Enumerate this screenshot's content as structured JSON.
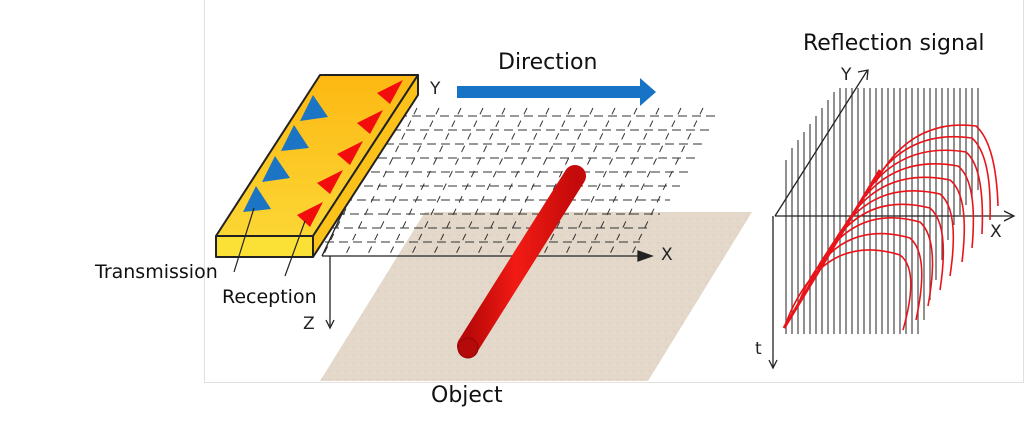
{
  "labels": {
    "direction": "Direction",
    "reflection_signal": "Reflection signal",
    "transmission": "Transmission",
    "reception": "Reception",
    "object": "Object"
  },
  "axes": {
    "scan_x": "X",
    "scan_y": "Y",
    "scan_z": "Z",
    "signal_x": "X",
    "signal_y": "Y",
    "signal_t": "t"
  },
  "colors": {
    "transducer_top": "#FDBE12",
    "transducer_front": "#FBE035",
    "transmit_triangle": "#1C74C4",
    "receive_triangle": "#F20C0C",
    "direction_arrow": "#1673C5",
    "ground": "#E5DACB",
    "object_pipe": "#E0100E",
    "hyperbola": "#E8141A"
  },
  "transducer": {
    "transmit_elements": 4,
    "receive_elements": 5
  }
}
